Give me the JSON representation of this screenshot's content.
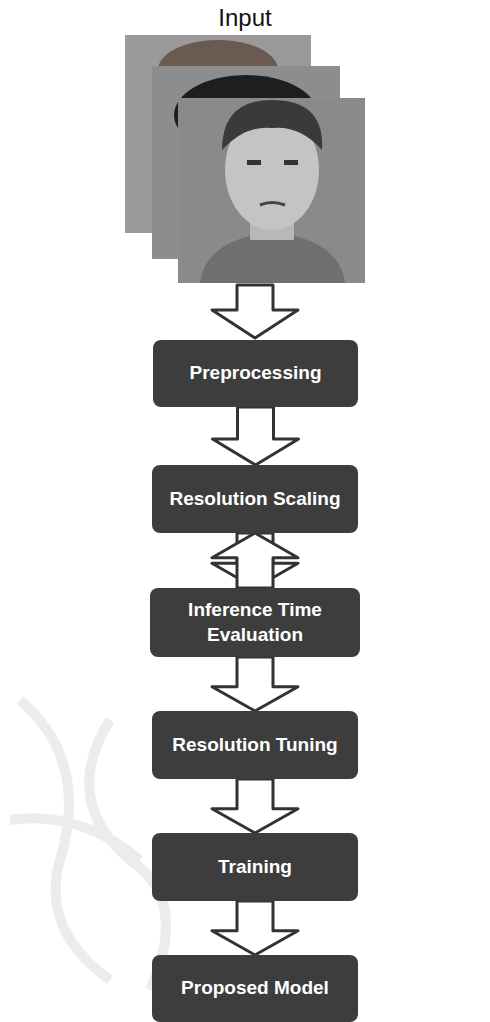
{
  "diagram": {
    "title": "Input",
    "nodes": [
      {
        "text": [
          "Preprocessing"
        ]
      },
      {
        "text": [
          "Resolution Scaling"
        ]
      },
      {
        "text": [
          "Inference Time Evaluation"
        ]
      },
      {
        "text": [
          "Resolution Tuning"
        ]
      },
      {
        "text": [
          "Training"
        ]
      },
      {
        "text": [
          "Proposed Model"
        ]
      }
    ],
    "edges": [
      {
        "from": 0,
        "to": 1,
        "arrow": "to"
      },
      {
        "from": 1,
        "to": 2,
        "arrow": "to"
      },
      {
        "from": 2,
        "to": 1,
        "arrow": "to"
      },
      {
        "from": 2,
        "to": 3,
        "arrow": "to"
      },
      {
        "from": 3,
        "to": 4,
        "arrow": "to"
      },
      {
        "from": 4,
        "to": 5,
        "arrow": "to"
      }
    ]
  }
}
